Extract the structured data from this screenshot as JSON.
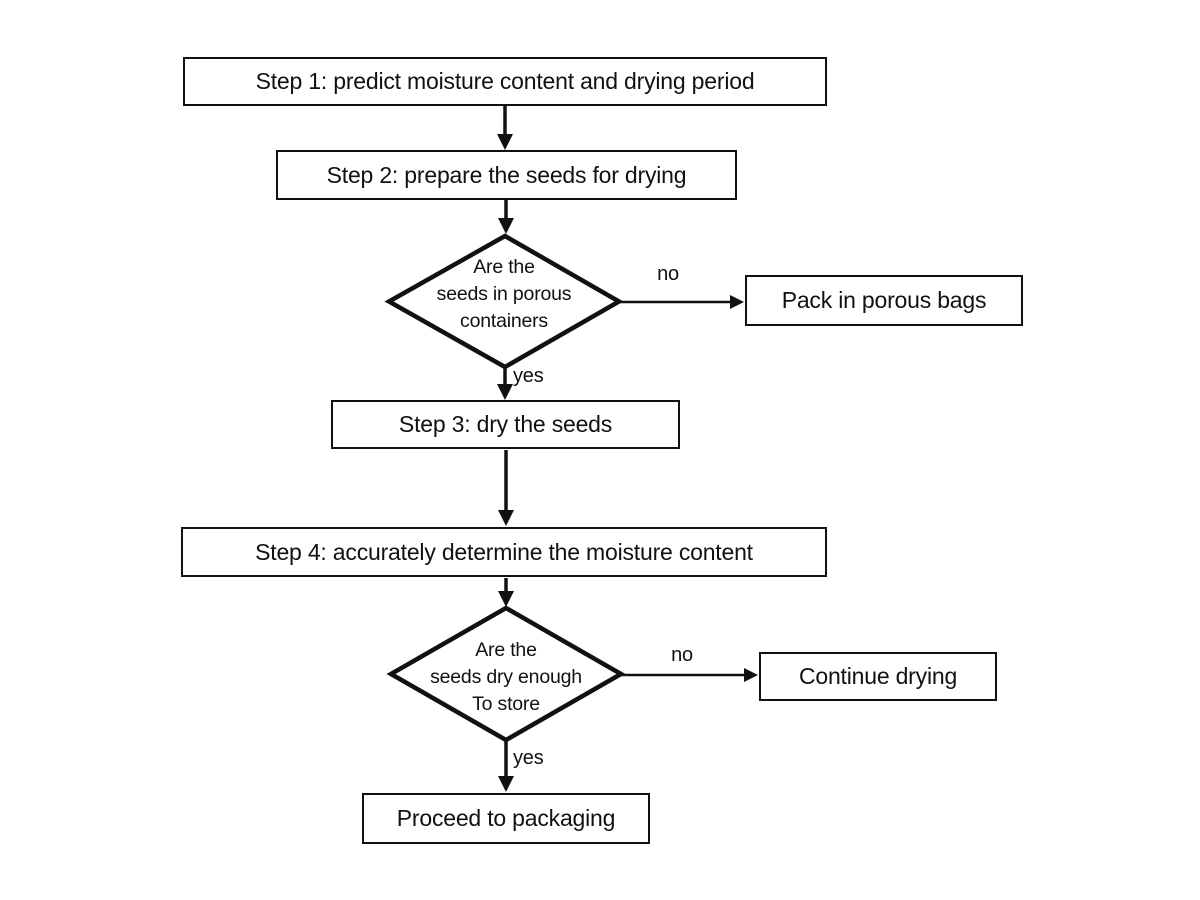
{
  "diagram": {
    "type": "flowchart",
    "nodes": {
      "step1": {
        "label": "Step 1: predict moisture content and drying period"
      },
      "step2": {
        "label": "Step 2: prepare the seeds for drying"
      },
      "decision1": {
        "lines": [
          "Are the",
          "seeds in porous",
          "containers"
        ]
      },
      "pack_bags": {
        "label": "Pack in porous bags"
      },
      "step3": {
        "label": "Step 3: dry the seeds"
      },
      "step4": {
        "label": "Step 4: accurately determine the moisture content"
      },
      "decision2": {
        "lines": [
          "Are the",
          "seeds dry enough",
          "To store"
        ]
      },
      "continue_drying": {
        "label": "Continue drying"
      },
      "proceed_packaging": {
        "label": "Proceed to packaging"
      }
    },
    "edge_labels": {
      "decision1_no": "no",
      "decision1_yes": "yes",
      "decision2_no": "no",
      "decision2_yes": "yes"
    },
    "colors": {
      "stroke": "#111111",
      "background": "#ffffff"
    }
  }
}
